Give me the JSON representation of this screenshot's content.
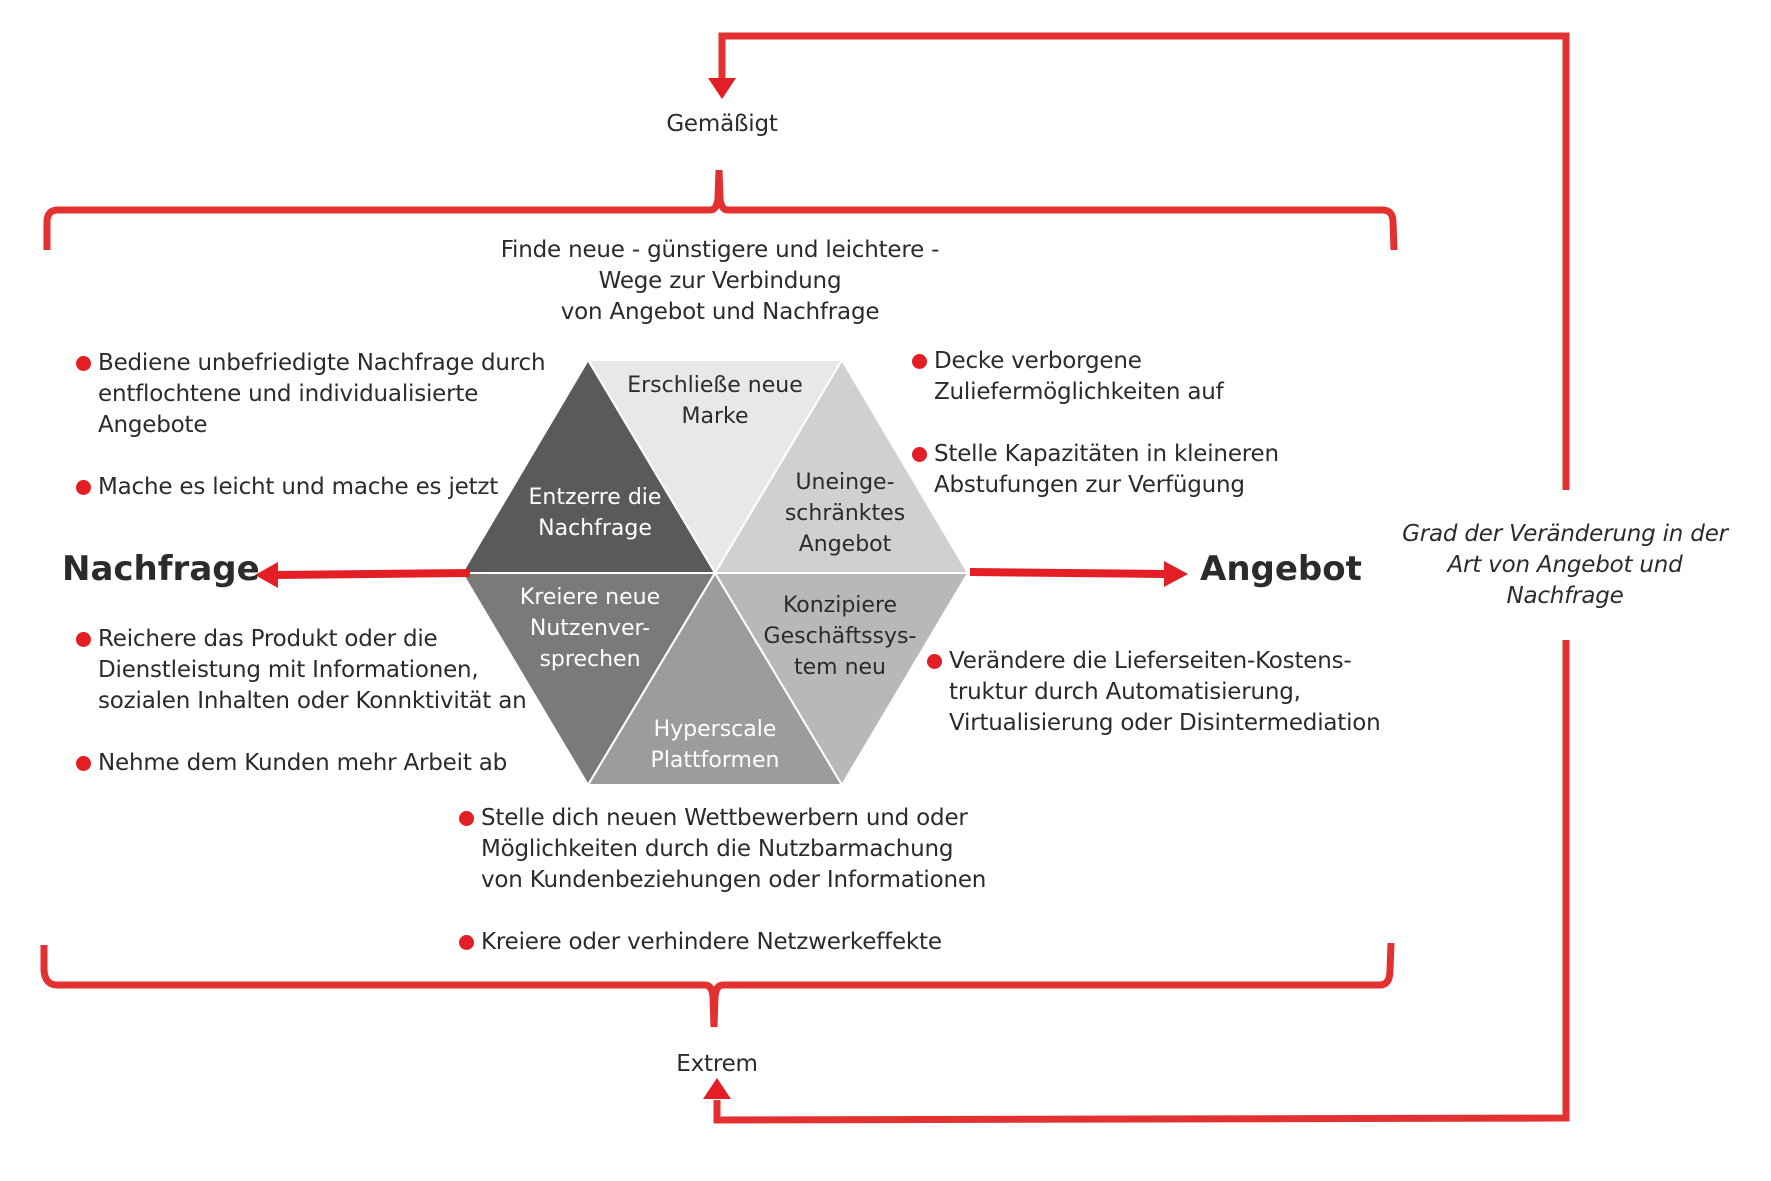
{
  "colors": {
    "accent_red": "#e31e24",
    "text": "#2b2b2b",
    "hex_top": "#e8e8e8",
    "hex_upper_left": "#5a5a59",
    "hex_upper_right": "#d0d0d0",
    "hex_lower_left": "#7a7a79",
    "hex_bottom": "#9c9c9c",
    "hex_lower_right": "#b8b8b8"
  },
  "scale": {
    "top_label": "Gemäßigt",
    "bottom_label": "Extrem",
    "side_caption": [
      "Grad der Veränderung in der",
      "Art von Angebot und",
      "Nachfrage"
    ]
  },
  "axes": {
    "left_label": "Nachfrage",
    "right_label": "Angebot"
  },
  "top_statement": [
    "Finde neue - günstigere und leichtere -",
    "Wege zur Verbindung",
    "von Angebot und Nachfrage"
  ],
  "hexagon": {
    "segments": [
      {
        "id": "top",
        "lines": [
          "Erschließe neue",
          "Marke"
        ]
      },
      {
        "id": "upper_left",
        "lines": [
          "Entzerre die",
          "Nachfrage"
        ]
      },
      {
        "id": "upper_right",
        "lines": [
          "Uneinge-",
          "schränktes",
          "Angebot"
        ]
      },
      {
        "id": "lower_left",
        "lines": [
          "Kreiere neue",
          "Nutzenver-",
          "sprechen"
        ]
      },
      {
        "id": "bottom",
        "lines": [
          "Hyperscale",
          "Plattformen"
        ]
      },
      {
        "id": "lower_right",
        "lines": [
          "Konzipiere",
          "Geschäftssys-",
          "tem neu"
        ]
      }
    ]
  },
  "bullets": {
    "upper_left": [
      [
        "Bediene unbefriedigte Nachfrage durch",
        "entflochtene und individualisierte",
        "Angebote"
      ],
      [
        "Mache es leicht und mache es jetzt"
      ]
    ],
    "lower_left": [
      [
        "Reichere das Produkt oder die",
        "Dienstleistung mit Informationen,",
        "sozialen Inhalten oder Konnktivität an"
      ],
      [
        "Nehme dem Kunden mehr Arbeit ab"
      ]
    ],
    "upper_right": [
      [
        "Decke verborgene",
        "Zuliefermöglichkeiten auf"
      ],
      [
        "Stelle Kapazitäten in kleineren",
        "Abstufungen zur Verfügung"
      ]
    ],
    "lower_right": [
      [
        "Verändere die Lieferseiten-Kostens-",
        "truktur durch Automatisierung,",
        "Virtualisierung oder Disintermediation"
      ]
    ],
    "bottom": [
      [
        "Stelle dich neuen Wettbewerbern und oder",
        "Möglichkeiten durch die Nutzbarmachung",
        "von Kundenbeziehungen oder Informationen"
      ],
      [
        "Kreiere oder verhindere Netzwerkeffekte"
      ]
    ]
  }
}
